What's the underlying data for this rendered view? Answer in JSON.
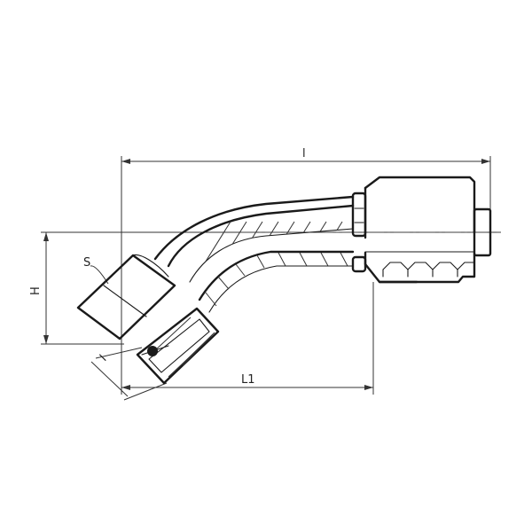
{
  "drawing": {
    "labels": {
      "overall_length": "l",
      "length_l1": "L1",
      "height": "H",
      "hex_size": "S",
      "thread_length": "l"
    },
    "colors": {
      "line": "#1a1a1a",
      "background": "#ffffff"
    }
  }
}
